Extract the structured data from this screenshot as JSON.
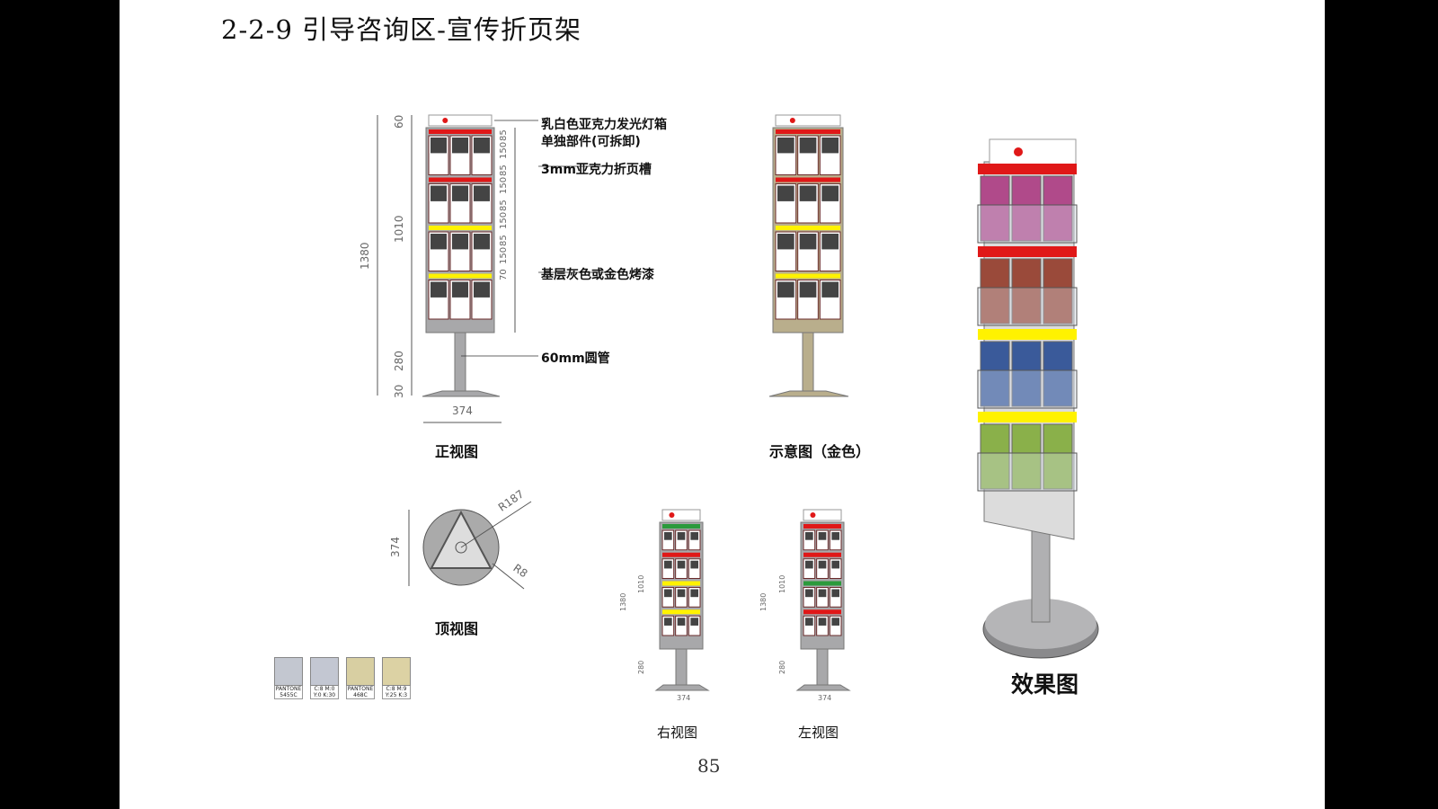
{
  "title": "2-2-9    引导咨询区-宣传折页架",
  "annotations": {
    "lightbox": "乳白色亚克力发光灯箱",
    "lightbox2": "单独部件(可拆卸)",
    "slot": "3mm亚克力折页槽",
    "paint": "基层灰色或金色烤漆",
    "pipe": "60mm圆管"
  },
  "front_view": {
    "caption": "正视图",
    "total": "1380",
    "body": "1010",
    "top": "60",
    "pole": "280",
    "base": "30",
    "width": "374",
    "rows": [
      "85",
      "150",
      "85",
      "150",
      "85",
      "150",
      "85",
      "150",
      "70"
    ]
  },
  "gold_view": {
    "caption": "示意图（金色）"
  },
  "top_view": {
    "caption": "顶视图",
    "diameter": "374",
    "r1": "R187",
    "r2": "R8"
  },
  "right_view": {
    "caption": "右视图",
    "width": "374",
    "total": "1380",
    "body": "1010",
    "pole": "280"
  },
  "left_view": {
    "caption": "左视图",
    "width": "374",
    "total": "1380",
    "body": "1010",
    "pole": "280"
  },
  "effect_view": {
    "caption": "效果图"
  },
  "swatches": [
    {
      "label": "PANTONE 5455C",
      "color": "#c3c7d0"
    },
    {
      "label": "C:8 M:0 Y:0 K:30",
      "color": "#c3c7d2"
    },
    {
      "label": "PANTONE 468C",
      "color": "#d8cfa2"
    },
    {
      "label": "C:8 M:9 Y:25 K:3",
      "color": "#dcd2a4"
    }
  ],
  "colors": {
    "red": "#e01818",
    "yellow": "#fff200",
    "grey": "#a8a8aa",
    "gold": "#b9ae8c",
    "green": "#2c9a3c"
  },
  "page_number": "85"
}
